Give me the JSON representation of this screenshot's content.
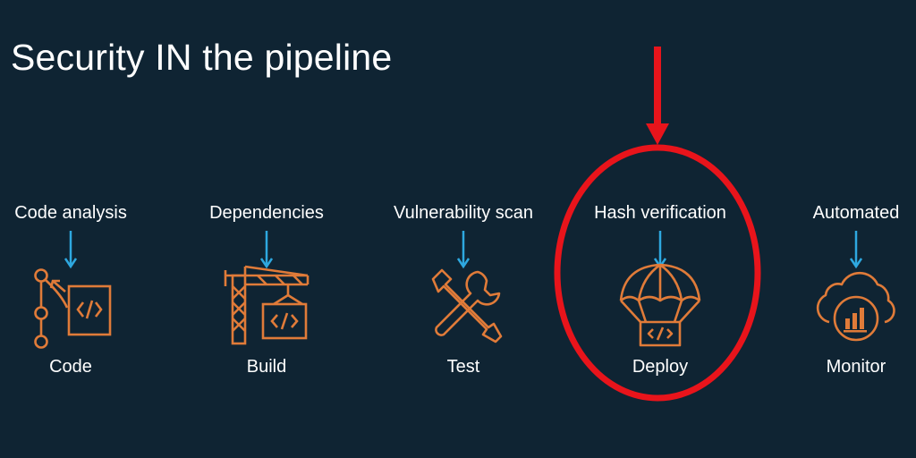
{
  "slide": {
    "title": "Security IN the pipeline"
  },
  "colors": {
    "background": "#0f2433",
    "icon_orange": "#e07b39",
    "arrow_blue": "#2ea8e0",
    "highlight_red": "#e8141b",
    "text": "#ffffff"
  },
  "stages": [
    {
      "label": "Code analysis",
      "name": "Code",
      "icon": "code-branch-icon"
    },
    {
      "label": "Dependencies",
      "name": "Build",
      "icon": "crane-icon"
    },
    {
      "label": "Vulnerability scan",
      "name": "Test",
      "icon": "wrench-screwdriver-icon"
    },
    {
      "label": "Hash verification",
      "name": "Deploy",
      "icon": "parachute-icon"
    },
    {
      "label": "Automated",
      "name": "Monitor",
      "icon": "cloud-chart-icon"
    }
  ],
  "highlight": {
    "stage": "Deploy"
  }
}
